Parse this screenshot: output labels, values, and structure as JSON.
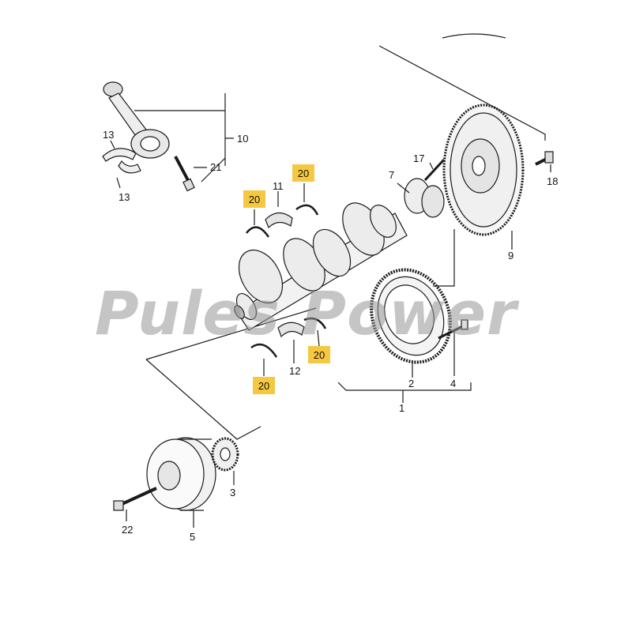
{
  "watermark": "Pules Power",
  "colors": {
    "highlight": "#f5c842",
    "line": "#1a1a1a",
    "watermark": "#969696"
  },
  "callouts": {
    "c1": "1",
    "c2": "2",
    "c3": "3",
    "c4": "4",
    "c5": "5",
    "c7": "7",
    "c9": "9",
    "c10": "10",
    "c11": "11",
    "c12": "12",
    "c13a": "13",
    "c13b": "13",
    "c17": "17",
    "c18": "18",
    "c21": "21",
    "c22": "22"
  },
  "highlighted_callouts": {
    "h1": "20",
    "h2": "20",
    "h3": "20",
    "h4": "20"
  }
}
